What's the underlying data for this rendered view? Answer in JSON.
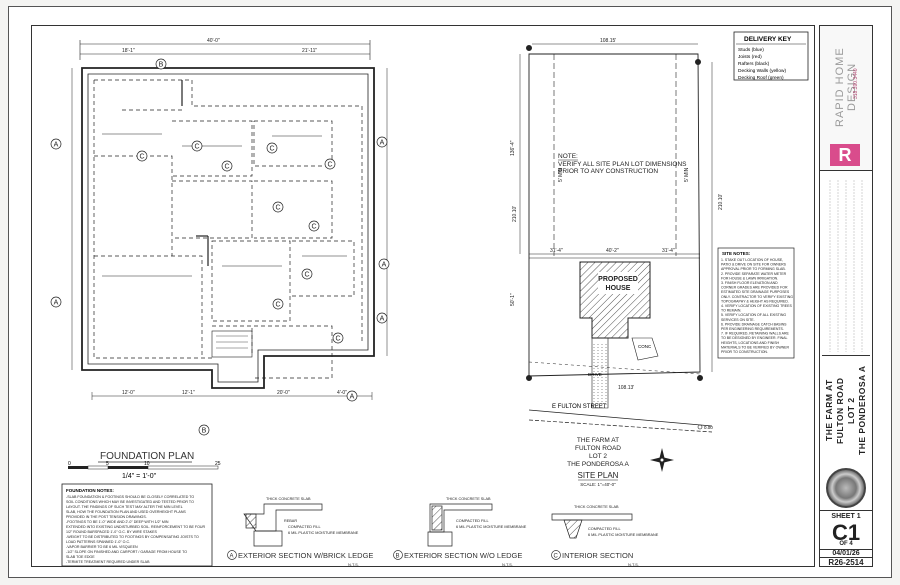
{
  "foundation": {
    "title": "FOUNDATION PLAN",
    "scale_ticks": [
      "0",
      "5",
      "10",
      "25"
    ],
    "scale_text": "1/4\" = 1'-0\"",
    "dims_top": [
      "18'-1\"",
      "40'-0\"",
      "21'-11\""
    ],
    "dims_bottom": [
      "12'-0\"",
      "12'-1\"",
      "20'-0\"",
      "4'-0\""
    ],
    "grid_A": "A",
    "grid_B": "B",
    "grid_C": "C",
    "notes_title": "FOUNDATION NOTES:",
    "notes": [
      "-SLAB FOUNDATION & FOOTINGS SHOULD BE CLOSELY CORRELATED TO",
      "SOIL CONDITIONS WHICH MAY BE INVESTIGATED AND TESTED PRIOR TO",
      "LAYOUT. THE FINDINGS OF SUCH TEST MAY ALTER THE MIN LEVEL",
      "SLAB, HOW THE FOUNDATION PLAN AND USED OVERHEIGHT PLANS",
      "PROVIDED IN THE POST TENSION DRAWINGS.",
      "-FOOTINGS TO BE 1'-0\" WIDE AND 2'-0\" DEEP WITH 1/2\" MIN",
      "EXTENDED INTO EXISTING UNDISTURBED SOIL. REINFORCEMENT TO BE FOUR",
      "1/2\" ROUND BARSPACED 1'-0\" O.C. BY WIRE STAKES",
      "-WEIGHT TO BE DISTRIBUTED TO FOOTINGS BY COMPENSATING JOISTS TO",
      "LOAD PATTERNS SPANNED 1'-0\" O.C.",
      "-VAPOR BARRIER TO BE 6 MIL VISQUEEN",
      "-1/2\" SLOPE ON FINISHED AND CARPORT / GARAGE FROM HOUSE TO",
      "SLAB TOE EDGE",
      "-TERMITE TREATMENT REQUIRED UNDER SLAB"
    ]
  },
  "sections": [
    {
      "letter": "A",
      "label": "EXTERIOR SECTION W/BRICK LEDGE",
      "nts": "N.T.S."
    },
    {
      "letter": "B",
      "label": "EXTERIOR SECTION W/O LEDGE",
      "nts": "N.T.S."
    },
    {
      "letter": "C",
      "label": "INTERIOR SECTION",
      "nts": "N.T.S."
    }
  ],
  "section_notes": [
    "THICK CONCRETE SLAB",
    "REBAR",
    "COMPACTED FILL",
    "6 MIL PLASTIC MOISTURE MEMBRANE"
  ],
  "site": {
    "dim_top": "108.15'",
    "dim_bottom": "108.13'",
    "dim_left": "210.10'",
    "dim_right": "210.10'",
    "setback_left": "31'-4\"",
    "setback_mid": "40'-2\"",
    "setback_right": "31'-4\"",
    "min_setback": "5' MIN",
    "depth_upper": "136'-4\"",
    "depth_lower": "50'-1\"",
    "note_title": "NOTE:",
    "note_line1": "VERIFY ALL SITE PLAN LOT DIMENSIONS",
    "note_line2": "PRIOR TO ANY CONSTRUCTION",
    "house_line1": "PROPOSED",
    "house_line2": "HOUSE",
    "drive_label": "DRIVE",
    "conc_label": "CONC",
    "street": "E FULTON STREET",
    "street_elev": "0.00",
    "title_lines": [
      "THE FARM AT",
      "FULTON ROAD",
      "LOT 2",
      "THE PONDEROSA A"
    ],
    "caption": "SITE PLAN",
    "scale": "SCALE: 1\"=40'-0\"",
    "site_notes_title": "SITE NOTES:",
    "site_notes": [
      "1. STAKE OUT LOCATION OF HOUSE,",
      "PATIO & DRIVE ON SITE FOR OWNERS",
      "APPROVAL PRIOR TO FORMING SLAB.",
      "2. PROVIDE SEPARATE WATER METER",
      "FOR HOUSE & LAWN IRRIGATION.",
      "3. FINISH FLOOR ELEVATION AND",
      "CORNER GRADES ARE PROVIDED FOR",
      "ESTIMATED SITE DRAINAGE PURPOSES",
      "ONLY. CONTRACTOR TO VERIFY EXISTING",
      "TOPOGRAPHY & HEIGHT AS REQUIRED.",
      "4. VERIFY LOCATION OF EXISTING TREES",
      "TO REMAIN.",
      "5. VERIFY LOCATION OF ALL EXISTING",
      "SERVICES ON SITE.",
      "6. PROVIDE DRAINAGE CATCH BASINS",
      "PER ENGINEERING REQUIREMENTS.",
      "7. IF REQUIRED, RETAINING WALLS ARE",
      "TO BE DESIGNED BY ENGINEER. FINAL",
      "HEIGHTS, LOCATIONS AND FINISH",
      "MATERIALS TO BE VERIFIED BY OWNER",
      "PRIOR TO CONSTRUCTION."
    ]
  },
  "delivery_key": {
    "title": "DELIVERY KEY",
    "items": [
      "Studs (blue)",
      "Joists (red)",
      "Rafters (black)",
      "Decking Walls (yellow)",
      "Decking Roof (green)"
    ]
  },
  "title_block": {
    "brand": "RAPID HOME",
    "brand_sub": "DESIGN",
    "phone": "318.390.3440",
    "project_title": [
      "THE FARM AT",
      "FULTON ROAD",
      "LOT 2",
      "THE PONDEROSA A"
    ],
    "sheet_label": "SHEET 1",
    "sheet_number": "C1",
    "sheet_of": "OF 4",
    "date": "04/01/26",
    "job_number": "R26-2514"
  },
  "colors": {
    "line": "#222222",
    "accent": "#d94c8c",
    "hatch": "#555555"
  }
}
